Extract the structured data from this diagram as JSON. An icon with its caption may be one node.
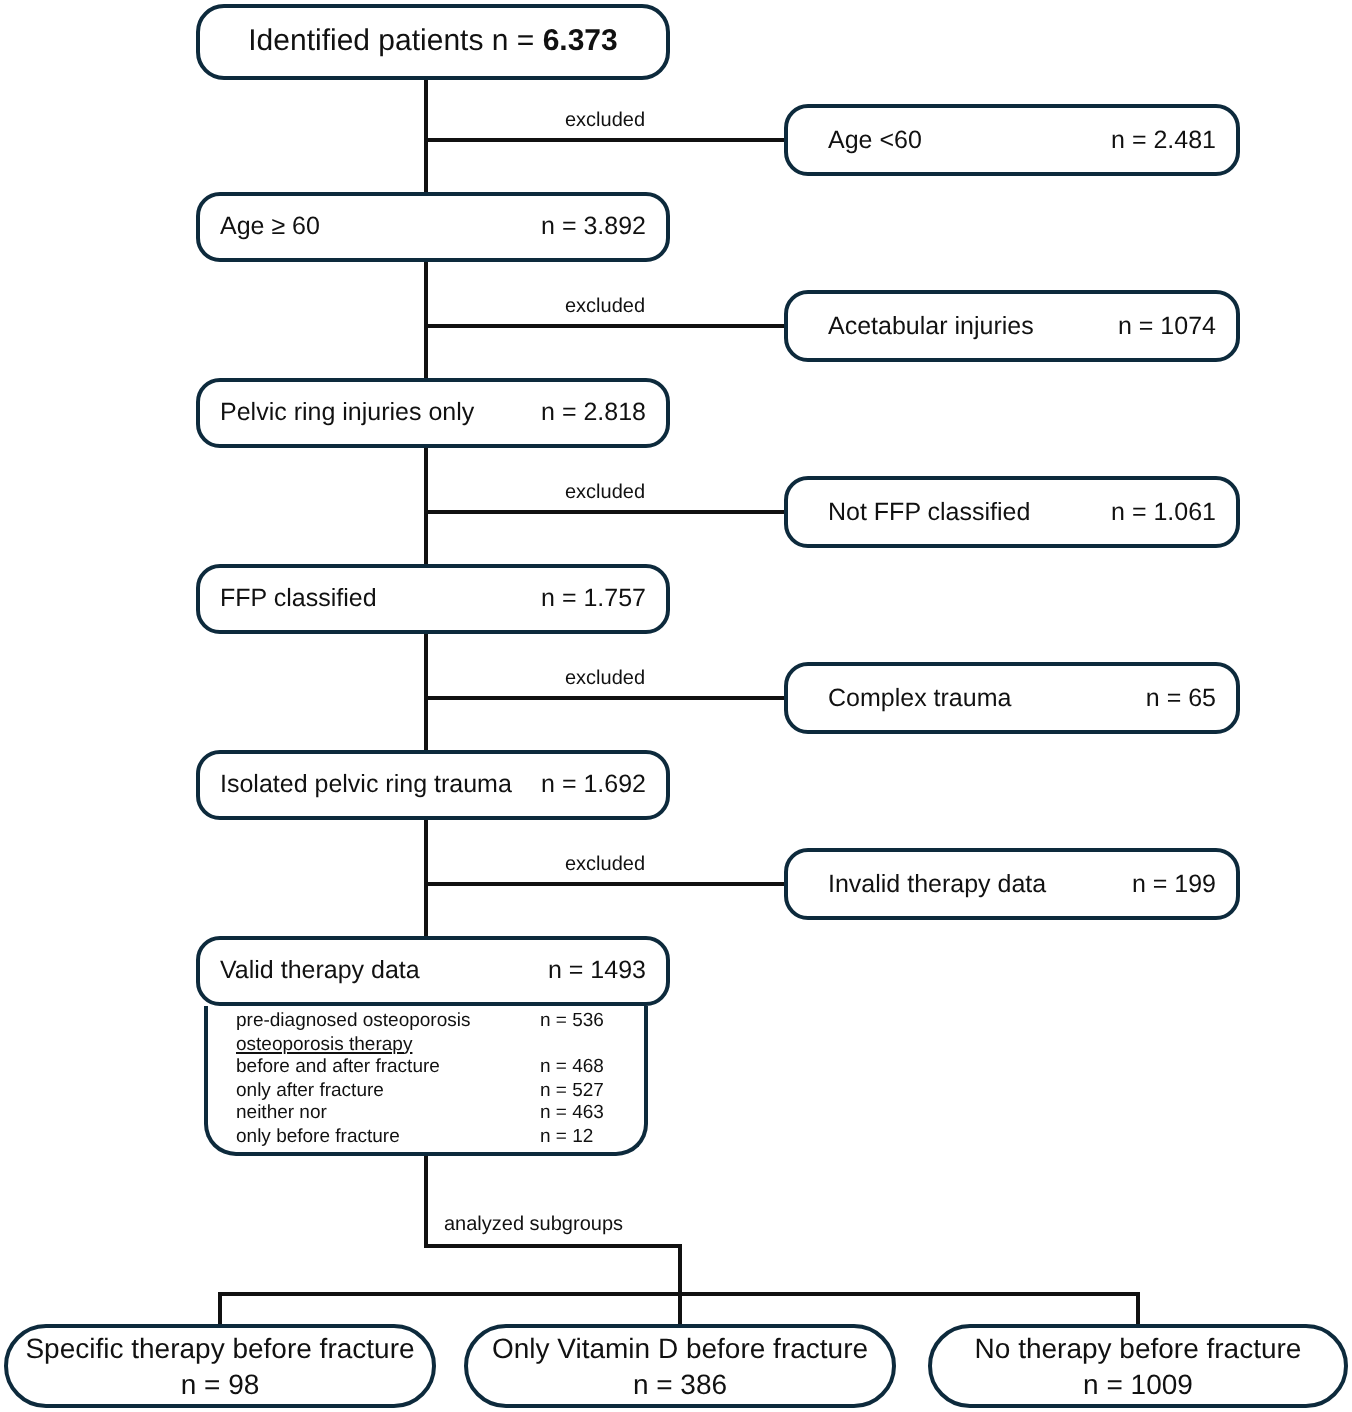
{
  "diagram": {
    "nodes": [
      {
        "text": [
          "Identified patients n = **6.373**"
        ]
      },
      {
        "text": [
          "Age <60",
          "n = 2.481"
        ]
      },
      {
        "text": [
          "Age ≥ 60",
          "n = 3.892"
        ]
      },
      {
        "text": [
          "Acetabular injuries",
          "n = 1074"
        ]
      },
      {
        "text": [
          "Pelvic ring injuries only",
          "n = 2.818"
        ]
      },
      {
        "text": [
          "Not FFP classified",
          "n = 1.061"
        ]
      },
      {
        "text": [
          "FFP classified",
          "n = 1.757"
        ]
      },
      {
        "text": [
          "Complex trauma",
          "n = 65"
        ]
      },
      {
        "text": [
          "Isolated pelvic ring trauma",
          "n = 1.692"
        ]
      },
      {
        "text": [
          "Invalid therapy data",
          "n = 199"
        ]
      },
      {
        "text": [
          "Valid therapy data",
          "n = 1493"
        ]
      },
      {
        "text": [
          "pre-diagnosed osteoporosis",
          "n = 536",
          "osteoporosis therapy",
          "before and after fracture",
          "n = 468",
          "only after fracture",
          "n = 527",
          "neither nor",
          "n = 463",
          "only before fracture",
          "n = 12"
        ]
      },
      {
        "text": [
          "Specific therapy before fracture",
          "n = 98"
        ]
      },
      {
        "text": [
          "Only Vitamin D before fracture",
          "n = 386"
        ]
      },
      {
        "text": [
          "No therapy before fracture",
          "n = 1009"
        ]
      }
    ],
    "edges": [
      {
        "from": 0,
        "to": 2,
        "arrow": "none"
      },
      {
        "from": 0,
        "to": 1,
        "arrow": "none",
        "label": "excluded"
      },
      {
        "from": 2,
        "to": 4,
        "arrow": "none"
      },
      {
        "from": 2,
        "to": 3,
        "arrow": "none",
        "label": "excluded"
      },
      {
        "from": 4,
        "to": 6,
        "arrow": "none"
      },
      {
        "from": 4,
        "to": 5,
        "arrow": "none",
        "label": "excluded"
      },
      {
        "from": 6,
        "to": 8,
        "arrow": "none"
      },
      {
        "from": 6,
        "to": 7,
        "arrow": "none",
        "label": "excluded"
      },
      {
        "from": 8,
        "to": 10,
        "arrow": "none"
      },
      {
        "from": 8,
        "to": 9,
        "arrow": "none",
        "label": "excluded"
      },
      {
        "from": 11,
        "to": 12,
        "arrow": "none"
      },
      {
        "from": 11,
        "to": 13,
        "arrow": "none",
        "label": "analyzed subgroups"
      },
      {
        "from": 11,
        "to": 14,
        "arrow": "none"
      }
    ]
  }
}
